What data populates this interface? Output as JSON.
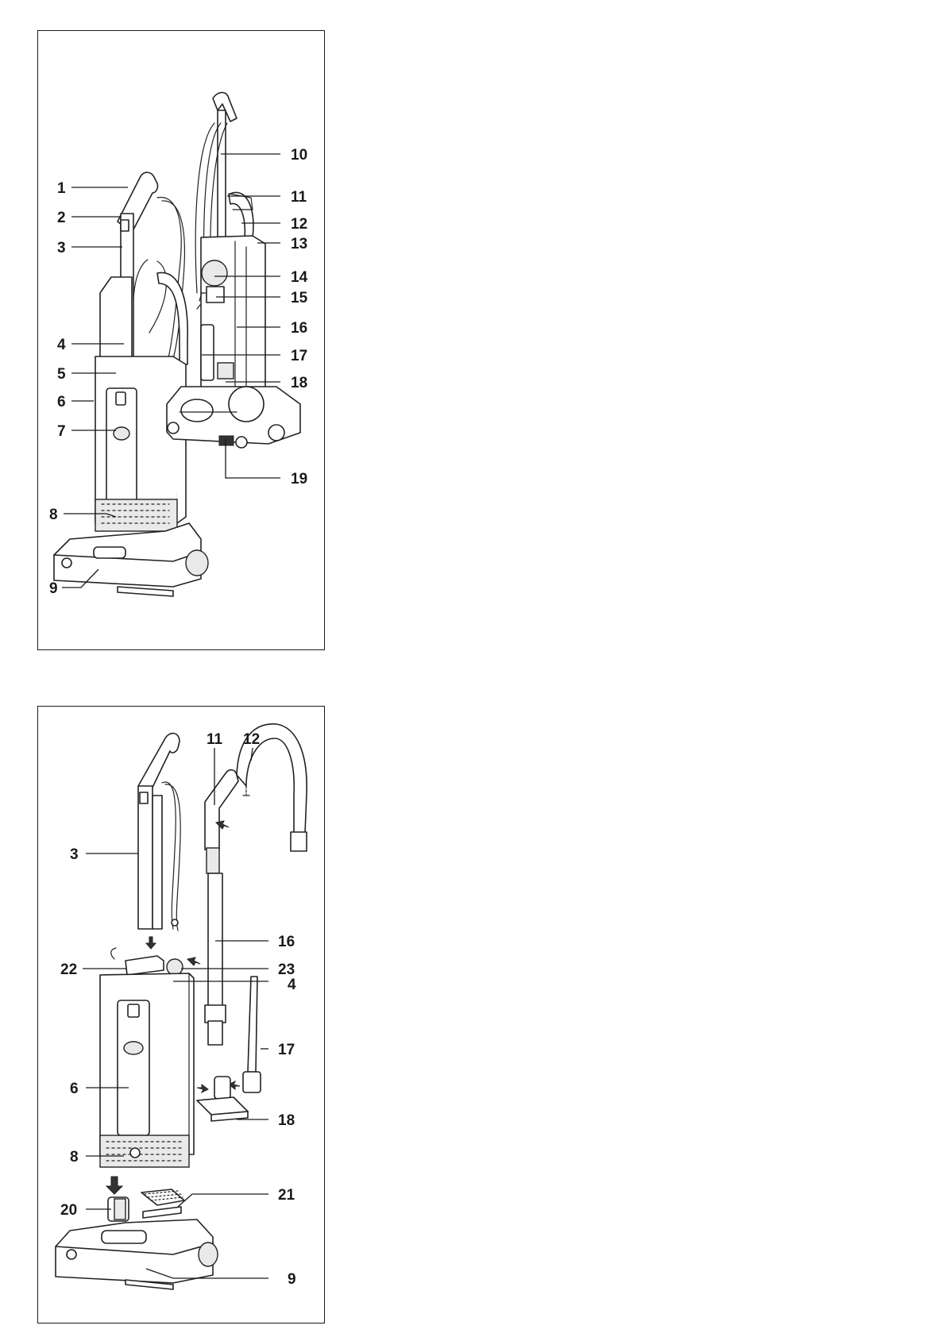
{
  "figures": [
    {
      "id": "assembled-views",
      "callouts": [
        "1",
        "2",
        "3",
        "4",
        "5",
        "6",
        "7",
        "8",
        "9",
        "10",
        "11",
        "12",
        "13",
        "14",
        "15",
        "16",
        "17",
        "18",
        "19"
      ]
    },
    {
      "id": "exploded-view",
      "callouts": [
        "11",
        "12",
        "3",
        "16",
        "22",
        "23",
        "4",
        "17",
        "6",
        "18",
        "8",
        "20",
        "21",
        "9"
      ]
    }
  ]
}
